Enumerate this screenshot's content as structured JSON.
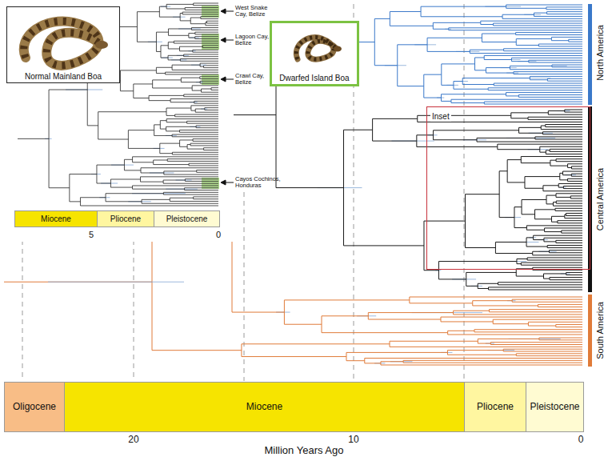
{
  "diagram": {
    "nodes": [
      {
        "text": [
          "Normal Mainland Boa"
        ]
      },
      {
        "text": [
          "Dwarfed Island Boa"
        ]
      },
      {
        "text": [
          "Inset"
        ]
      },
      {
        "text": [
          "Miocene"
        ]
      },
      {
        "text": [
          "Pliocene"
        ]
      },
      {
        "text": [
          "Pleistocene"
        ]
      },
      {
        "text": [
          "Oligocene"
        ]
      },
      {
        "text": [
          "Miocene"
        ]
      },
      {
        "text": [
          "Pliocene"
        ]
      },
      {
        "text": [
          "Pleistocene"
        ]
      }
    ],
    "labels": [
      "West Snake Cay, Belize",
      "Lagoon Cay, Belize",
      "Crawl Cay, Belize",
      "Cayos Cochinos, Honduras",
      "5",
      "0",
      "North America",
      "Central America",
      "South America",
      "20",
      "10",
      "0",
      "Million Years Ago"
    ]
  }
}
